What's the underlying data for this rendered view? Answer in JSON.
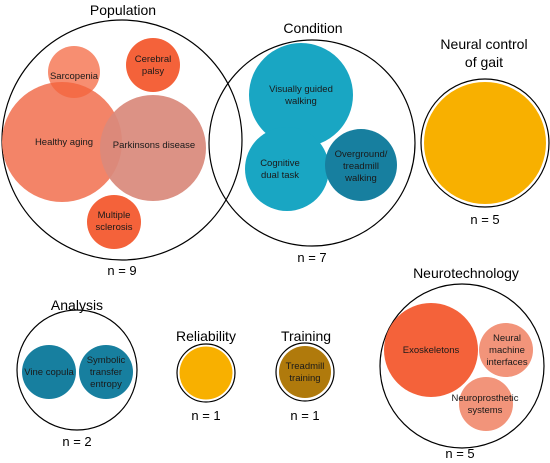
{
  "colors": {
    "orange": "#f4623a",
    "salmon": "#f38468",
    "rose": "#d98a7c",
    "teal": "#177f9f",
    "cyan": "#19a6c3",
    "gold": "#f8b000",
    "bronze": "#b07a0c",
    "peach": "#f2947a"
  },
  "groups": {
    "population": {
      "title": "Population",
      "count": "n = 9",
      "items": {
        "sarcopenia": "Sarcopenia",
        "cerebral_l1": "Cerebral",
        "cerebral_l2": "palsy",
        "healthy_aging": "Healthy aging",
        "parkinsons": "Parkinsons disease",
        "multiple_l1": "Multiple",
        "multiple_l2": "sclerosis"
      }
    },
    "condition": {
      "title": "Condition",
      "count": "n = 7",
      "items": {
        "visual_l1": "Visually guided",
        "visual_l2": "walking",
        "cognitive_l1": "Cognitive",
        "cognitive_l2": "dual task",
        "overground_l1": "Overground/",
        "overground_l2": "treadmill",
        "overground_l3": "walking"
      }
    },
    "neural": {
      "title_l1": "Neural control",
      "title_l2": "of gait",
      "count": "n = 5"
    },
    "analysis": {
      "title": "Analysis",
      "count": "n = 2",
      "items": {
        "vine": "Vine copula",
        "symbolic_l1": "Symbolic",
        "symbolic_l2": "transfer",
        "symbolic_l3": "entropy"
      }
    },
    "reliability": {
      "title": "Reliability",
      "count": "n = 1"
    },
    "training": {
      "title": "Training",
      "count": "n = 1",
      "items": {
        "treadmill_l1": "Treadmill",
        "treadmill_l2": "training"
      }
    },
    "neurotech": {
      "title": "Neurotechnology",
      "count": "n = 5",
      "items": {
        "exo": "Exoskeletons",
        "nmi_l1": "Neural",
        "nmi_l2": "machine",
        "nmi_l3": "interfaces",
        "nps_l1": "Neuroprosthetic",
        "nps_l2": "systems"
      }
    }
  }
}
